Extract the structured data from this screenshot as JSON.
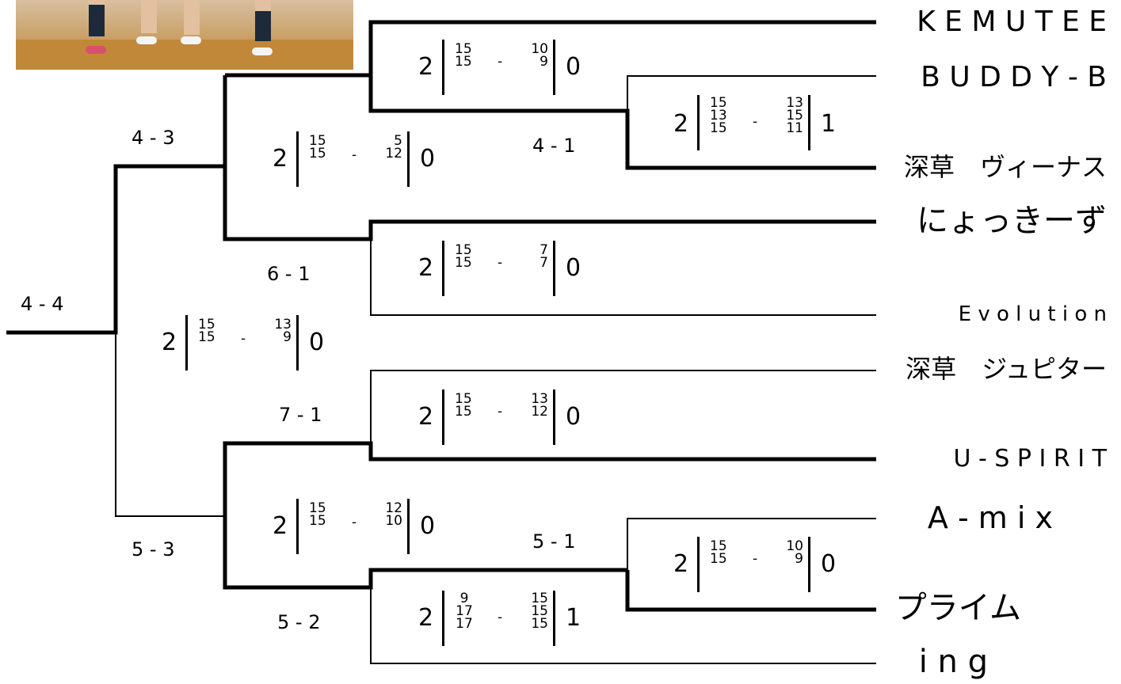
{
  "photo": {
    "alt": "team photo (cropped, legs on gym floor)"
  },
  "teams": [
    "K E M U T E E",
    "B U D D Y - B",
    "深草　ヴィーナス",
    "にょっきーず",
    "E v o l u t i o n",
    "深草　ジュピター",
    "U - S P I R I T",
    "A - m i x",
    "プライム",
    "i n g"
  ],
  "round_labels": [
    "4 - 4",
    "4 - 3",
    "5 - 3",
    "6 - 1",
    "7 - 1",
    "5 - 2",
    "4 - 1",
    "5 - 1"
  ],
  "matches": [
    {
      "id": "4-1",
      "left": "2",
      "right": "1",
      "left_sets": [
        "15",
        "13",
        "15"
      ],
      "right_sets": [
        "13",
        "15",
        "11"
      ],
      "dash": "-"
    },
    {
      "id": "5-1",
      "left": "2",
      "right": "0",
      "left_sets": [
        "15",
        "15"
      ],
      "right_sets": [
        "10",
        "9"
      ],
      "dash": "-"
    },
    {
      "id": "6-1-top",
      "left": "2",
      "right": "0",
      "left_sets": [
        "15",
        "15"
      ],
      "right_sets": [
        "10",
        "9"
      ],
      "dash": "-"
    },
    {
      "id": "6-1",
      "left": "2",
      "right": "0",
      "left_sets": [
        "15",
        "15"
      ],
      "right_sets": [
        "7",
        "7"
      ],
      "dash": "-"
    },
    {
      "id": "7-1",
      "left": "2",
      "right": "0",
      "left_sets": [
        "15",
        "15"
      ],
      "right_sets": [
        "13",
        "12"
      ],
      "dash": "-"
    },
    {
      "id": "5-2",
      "left": "2",
      "right": "1",
      "left_sets": [
        "9",
        "17",
        "17"
      ],
      "right_sets": [
        "15",
        "15",
        "15"
      ],
      "dash": "-"
    },
    {
      "id": "4-3",
      "left": "2",
      "right": "0",
      "left_sets": [
        "15",
        "15"
      ],
      "right_sets": [
        "5",
        "12"
      ],
      "dash": "-"
    },
    {
      "id": "5-3",
      "left": "2",
      "right": "0",
      "left_sets": [
        "15",
        "15"
      ],
      "right_sets": [
        "12",
        "10"
      ],
      "dash": "-"
    },
    {
      "id": "final",
      "left": "2",
      "right": "0",
      "left_sets": [
        "15",
        "15"
      ],
      "right_sets": [
        "13",
        "9"
      ],
      "dash": "-"
    }
  ]
}
